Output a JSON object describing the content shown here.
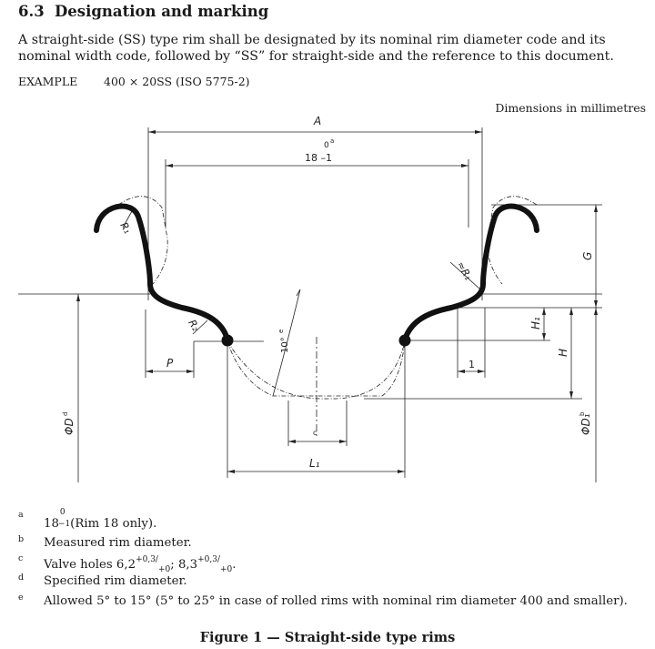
{
  "section": {
    "number": "6.3",
    "title": "Designation and marking"
  },
  "paragraph": "A straight-side (SS) type rim shall be designated by its nominal rim diameter code and its nominal width code, followed by “SS” for straight-side and the reference to this document.",
  "example": {
    "label": "EXAMPLE",
    "value": "400 × 20SS (ISO 5775-2)"
  },
  "dimensions_note": "Dimensions in millimetres",
  "figure": {
    "labels": {
      "A": "A",
      "tol_sup": "0",
      "tol_mark": "a",
      "tol_base": "18 –1",
      "R1_left": "R₁",
      "R1_right": "≈R₁",
      "R2": "R₂",
      "angle": "10°",
      "angle_mark": "e",
      "P": "P",
      "one": "1",
      "G": "G",
      "H1": "H₁",
      "H": "H",
      "c": "c",
      "L1": "L₁",
      "D": "ΦD",
      "D_mark": "d",
      "D1": "ΦD₁",
      "D1_mark": "b"
    }
  },
  "footnotes": [
    {
      "mark": "a",
      "base": "18",
      "sup": "0",
      "sub": "−1",
      "text": " (Rim 18 only)."
    },
    {
      "mark": "b",
      "text": "Measured rim diameter."
    },
    {
      "mark": "c",
      "t1": "Valve holes 6,2",
      "s1": "+0,3/",
      "b1": "+0",
      "t2": "; 8,3",
      "s2": "+0,3/",
      "b2": "+0",
      "t3": "."
    },
    {
      "mark": "d",
      "text": "Specified rim diameter."
    },
    {
      "mark": "e",
      "text": "Allowed 5° to 15° (5° to 25° in case of rolled rims with nominal rim diameter 400 and smaller)."
    }
  ],
  "caption": "Figure 1 — Straight-side type rims"
}
